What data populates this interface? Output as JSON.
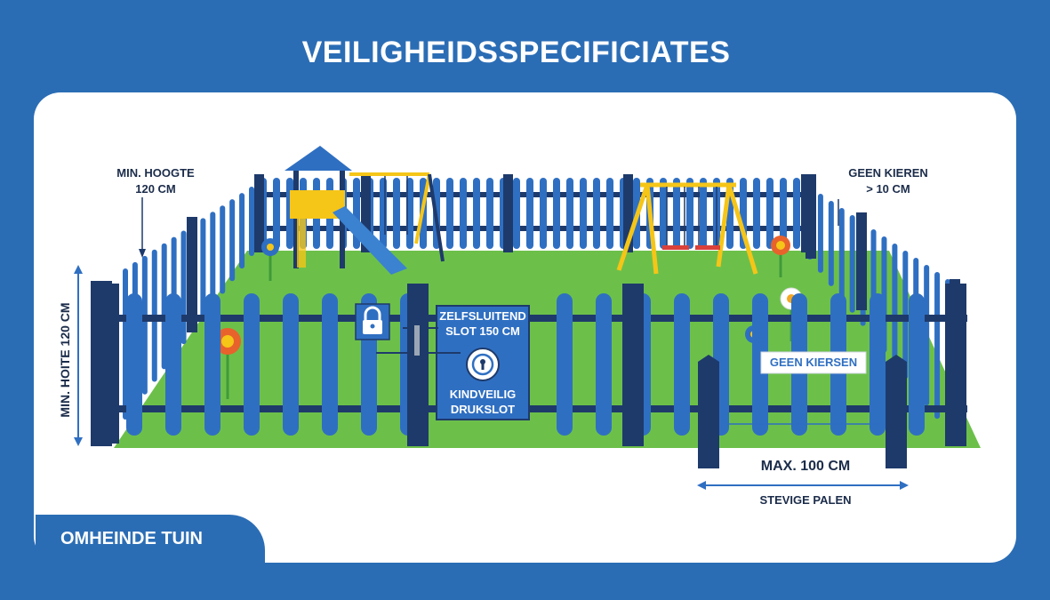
{
  "title": "VEILIGHEIDSSPECIFICIATES",
  "labels": {
    "min_height_line1": "MIN. HOOGTE",
    "min_height_line2": "120 CM",
    "no_gaps_line1": "GEEN KIEREN",
    "no_gaps_line2": "> 10 CM",
    "vertical_height": "MIN. HOITE 120 CM",
    "self_closing_line1": "ZELFSLUITEND",
    "self_closing_line2": "SLOT 150 CM",
    "childsafe_line1": "KINDVEILIG",
    "childsafe_line2": "DRUKSLOT",
    "no_gaps_badge": "GEEN KIERSEN",
    "max_width": "MAX. 100 CM",
    "sturdy_posts": "STEVIGE PALEN"
  },
  "tag": "OMHEINDE TUIN",
  "colors": {
    "background": "#2b6db5",
    "fence": "#2f6fc2",
    "post": "#1e3a6b",
    "grass": "#6cc04a",
    "playground_yellow": "#f5c518",
    "slide": "#3b82d0"
  }
}
